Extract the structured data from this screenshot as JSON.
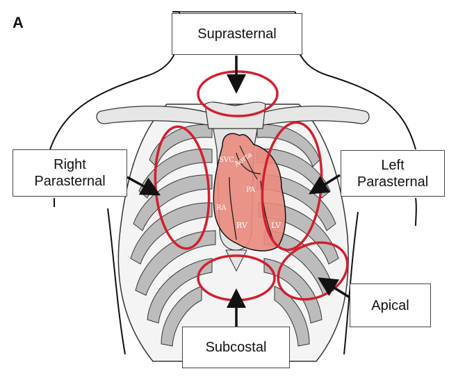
{
  "figure": {
    "panel_letter": "A",
    "windows": {
      "suprasternal": "Suprasternal",
      "right_parasternal": "Right\nParasternal",
      "left_parasternal": "Left\nParasternal",
      "apical": "Apical",
      "subcostal": "Subcostal"
    },
    "heart_labels": {
      "svc": "SVC",
      "aorta": "Aorta",
      "pa": "PA",
      "ra": "RA",
      "rv": "RV",
      "lv": "LV"
    }
  },
  "colors": {
    "window_ring": "#d21f2e",
    "heart": "#e9897e",
    "bone": "#e6e6e6",
    "bone_shadow": "#c4c4c4",
    "outline": "#111111"
  }
}
